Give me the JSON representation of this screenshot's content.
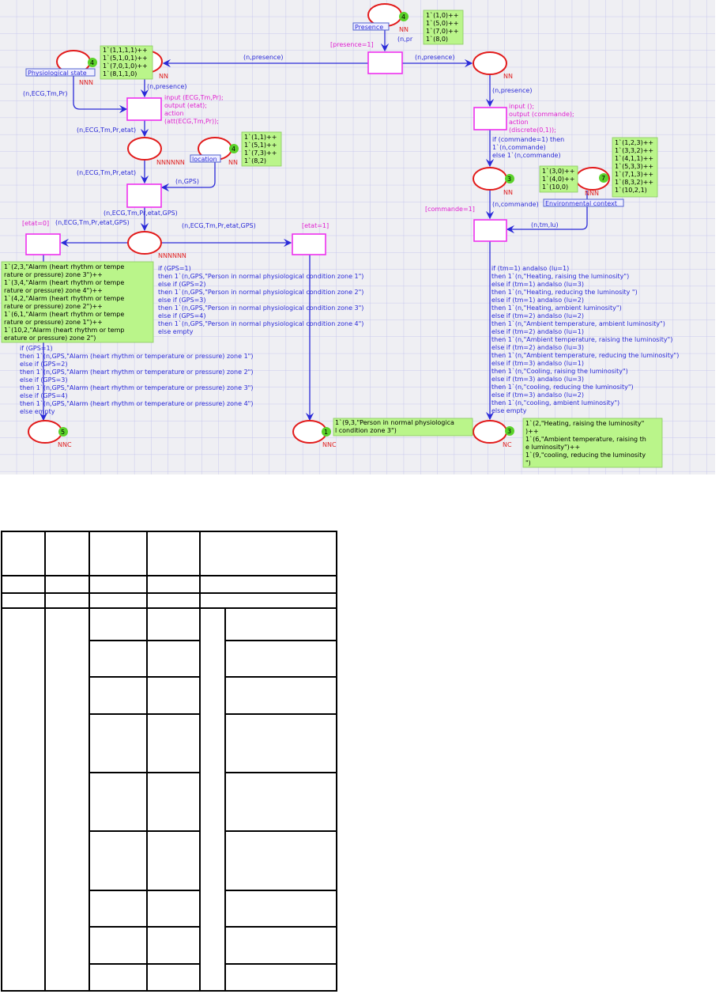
{
  "diagram": {
    "places": {
      "physiological_state": {
        "label": "Physiological state",
        "tokens": "4",
        "type": "NNN",
        "marking": [
          "1`(1,1,1,1)++",
          "1`(5,1,0,1)++",
          "1`(7,0,1,0)++",
          "1`(8,1,1,0)"
        ]
      },
      "presence": {
        "label": "Presence",
        "tokens": "4",
        "type": "NN",
        "marking": [
          "1`(1,0)++",
          "1`(5,0)++",
          "1`(7,0)++",
          "1`(8,0)"
        ]
      },
      "location": {
        "label": "location",
        "tokens": "4",
        "type": "NN",
        "marking": [
          "1`(1,1)++",
          "1`(5,1)++",
          "1`(7,3)++",
          "1`(8,2)"
        ]
      },
      "env_context": {
        "label": "Environmental context",
        "tokens": "7",
        "type": "NNN",
        "marking": [
          "1`(1,2,3)++",
          "1`(3,3,2)++",
          "1`(4,1,1)++",
          "1`(5,3,3)++",
          "1`(7,1,3)++",
          "1`(8,3,2)++",
          "1`(10,2,1)"
        ]
      },
      "presence_left": {
        "type": "NN"
      },
      "presence_right": {
        "type": "NN"
      },
      "state_place": {
        "type": "NNNNNN"
      },
      "state_gps_place": {
        "type": "NNNNNN"
      },
      "commande_place": {
        "tokens": "3",
        "type": "NN",
        "marking": [
          "1`(3,0)++",
          "1`(4,0)++",
          "1`(10,0)"
        ]
      },
      "alarm_out": {
        "tokens": "5",
        "type": "NNC",
        "marking": [
          "1`(2,3,\"Alarm (heart rhythm or tempe",
          "rature or pressure) zone 3\")++",
          "1`(3,4,\"Alarm (heart rhythm or tempe",
          "rature or pressure) zone 4\")++",
          "1`(4,2,\"Alarm (heart rhythm or tempe",
          "rature or pressure) zone 2\")++",
          "1`(6,1,\"Alarm (heart rhythm or tempe",
          "rature or pressure) zone 1\")++",
          "1`(10,2,\"Alarm (heart rhythm or temp",
          "erature or pressure) zone 2\")"
        ]
      },
      "normal_out": {
        "tokens": "1",
        "type": "NNC",
        "marking": [
          "1`(9,3,\"Person in normal physiologica",
          "l condition zone 3\")"
        ]
      },
      "env_out": {
        "tokens": "3",
        "type": "NC",
        "marking": [
          "1`(2,\"Heating, raising the luminosity\"",
          ")++",
          "1`(6,\"Ambient temperature, raising th",
          "e luminosity\")++",
          "1`(9,\"cooling, reducing the luminosity",
          "\")"
        ]
      }
    },
    "guards": {
      "presence": "[presence=1]",
      "etat0": "[etat=0]",
      "etat1": "[etat=1]",
      "commande": "[commande=1]"
    },
    "code": {
      "att": [
        "input (ECG,Tm,Pr);",
        "output (etat);",
        "action",
        "(att(ECG,Tm,Pr));"
      ],
      "discrete": [
        "input ();",
        "output (commande);",
        "action",
        "(discrete(0,1));"
      ]
    },
    "arcs": {
      "presence_l": "(n,presence)",
      "presence_r": "(n,presence)",
      "presence_pr": "(n,pr",
      "presence_down_l": "(n,presence)",
      "presence_down_r": "(n,presence)",
      "ecg": "(n,ECG,Tm,Pr)",
      "ecg_etat1": "(n,ECG,Tm,Pr,etat)",
      "ecg_etat2": "(n,ECG,Tm,Pr,etat)",
      "gps": "(n,GPS)",
      "ecg_gps": "(n,ECG,Tm,Pr,etat,GPS)",
      "ecg_gps_l": "(n,ECG,Tm,Pr,etat,GPS)",
      "ecg_gps_r": "(n,ECG,Tm,Pr,etat,GPS)",
      "commande_if": [
        "if (commande=1) then",
        "1`(n,commande)",
        "else 1`(n,commande)"
      ],
      "commande": "(n,commande)",
      "tmlu": "(n,tm,lu)",
      "normal": [
        "if (GPS=1)",
        "then 1`(n,GPS,\"Person in normal physiological condition zone 1\")",
        "else if (GPS=2)",
        "then 1`(n,GPS,\"Person in normal physiological condition zone 2\")",
        "else if (GPS=3)",
        "then 1`(n,GPS,\"Person in normal physiological condition zone 3\")",
        "else if (GPS=4)",
        "then 1`(n,GPS,\"Person in normal physiological condition zone 4\")",
        "else empty"
      ],
      "alarm": [
        "if (GPS=1)",
        "then 1`(n,GPS,\"Alarm (heart rhythm or temperature or pressure) zone 1\")",
        "else if (GPS=2)",
        "then 1`(n,GPS,\"Alarm (heart rhythm or temperature or pressure) zone 2\")",
        "else if (GPS=3)",
        "then 1`(n,GPS,\"Alarm (heart rhythm or temperature or pressure) zone 3\")",
        "else if (GPS=4)",
        "then 1`(n,GPS,\"Alarm (heart rhythm or temperature or pressure) zone 4\")",
        "else empty"
      ],
      "env": [
        "if (tm=1) andalso (lu=1)",
        "then 1`(n,\"Heating, raising the luminosity\")",
        "else if (tm=1) andalso (lu=3)",
        "then 1`(n,\"Heating, reducing the luminosity \")",
        "else if (tm=1) andalso (lu=2)",
        "then 1`(n,\"Heating, ambient luminosity\")",
        "else if (tm=2) andalso (lu=2)",
        "then 1`(n,\"Ambient temperature, ambient luminosity\")",
        "else if (tm=2) andalso (lu=1)",
        "then 1`(n,\"Ambient temperature, raising the luminosity\")",
        "else if (tm=2) andalso (lu=3)",
        "then 1`(n,\"Ambient temperature, reducing the luminosity\")",
        "else if (tm=3) andalso (lu=1)",
        "then 1`(n,\"Cooling, raising the luminosity\")",
        "else if (tm=3) andalso (lu=3)",
        "then 1`(n,\"cooling, reducing the luminosity\")",
        "else if (tm=3) andalso (lu=2)",
        "then 1`(n,\"cooling, ambient luminosity\")",
        "else empty"
      ]
    }
  }
}
